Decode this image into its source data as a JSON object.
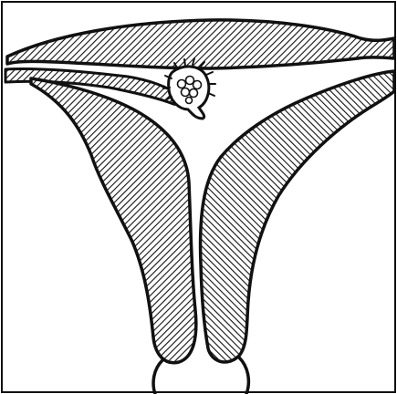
{
  "figure": {
    "colors": {
      "ink": "#111111",
      "paper": "#ffffff"
    },
    "parts": [
      "upper-tissue-band",
      "left-tissue-strip",
      "left-uterine-wall",
      "right-uterine-wall",
      "implanted-embryo",
      "cervical-canal"
    ]
  }
}
